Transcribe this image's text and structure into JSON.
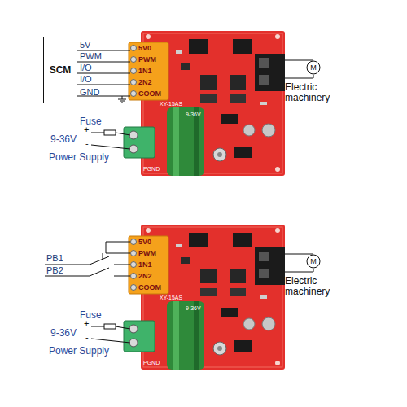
{
  "diagram": {
    "nodes": [
      {
        "text": [
          "SCM"
        ]
      },
      {
        "text": [
          "M"
        ]
      },
      {
        "text": [
          "M"
        ]
      }
    ],
    "labels": [
      "5V",
      "PWM",
      "I/O",
      "I/O",
      "GND",
      "5V0",
      "PWM",
      "1N1",
      "2N2",
      "COOM",
      "XY-15AS",
      "9-36V",
      "Electric machinery",
      "Fuse",
      "9-36V",
      "+",
      "-",
      "Power Supply",
      "PGND",
      "PB1",
      "PB2",
      "5V0",
      "PWM",
      "1N1",
      "2N2",
      "COOM",
      "XY-15AS",
      "9-36V",
      "Electric machinery",
      "Fuse",
      "9-36V",
      "+",
      "-",
      "Power Supply",
      "PGND"
    ]
  }
}
